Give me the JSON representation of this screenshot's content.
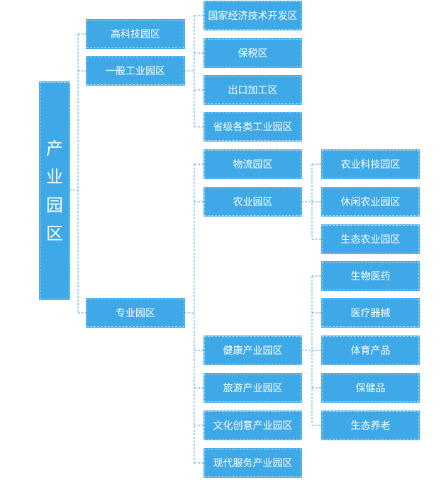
{
  "root": {
    "chars": [
      "产",
      "业",
      "园",
      "区"
    ]
  },
  "level1": {
    "hightech": "高科技园区",
    "general": "一般工业园区",
    "special": "专业园区"
  },
  "general_children": {
    "national": "国家经济技术开发区",
    "bonded": "保税区",
    "export": "出口加工区",
    "provincial": "省级各类工业园区"
  },
  "special_children": {
    "logistics": "物流园区",
    "agriculture": "农业园区",
    "health": "健康产业园区",
    "tourism": "旅游产业园区",
    "culture": "文化创意产业园区",
    "service": "现代服务产业园区"
  },
  "agriculture_children": {
    "tech": "农业科技园区",
    "leisure": "休闲农业园区",
    "eco": "生态农业园区"
  },
  "health_children": {
    "bio": "生物医药",
    "medical": "医疗器械",
    "sports": "体育产品",
    "healthcare": "保健品",
    "elderly": "生态养老"
  },
  "colors": {
    "box": "#3fa9e8",
    "line": "#3fa9e8"
  }
}
